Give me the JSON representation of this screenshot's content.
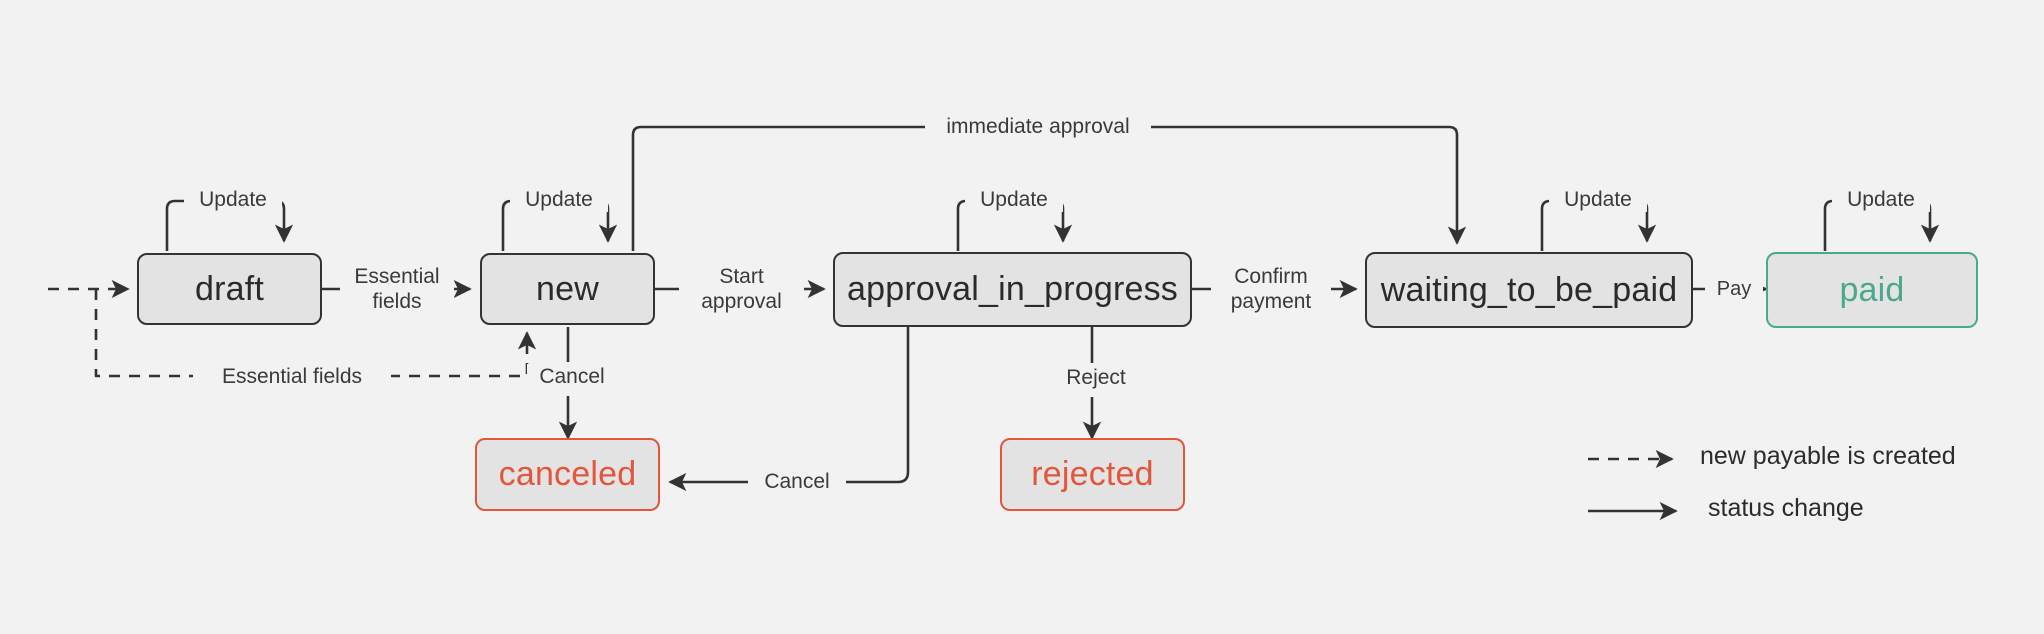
{
  "diagram": {
    "title": "payable status workflow state diagram",
    "background": "#f2f2f2",
    "colors": {
      "node_fill": "#e3e3e3",
      "node_border_default": "#333333",
      "node_border_success": "#4aa98c",
      "node_border_error": "#e3563c",
      "text_default": "#2b2b2b",
      "edge_stroke": "#333333"
    }
  },
  "nodes": [
    {
      "id": "draft",
      "label": "draft",
      "style": "default"
    },
    {
      "id": "new",
      "label": "new",
      "style": "default"
    },
    {
      "id": "approval_in_progress",
      "label": "approval_in_progress",
      "style": "default"
    },
    {
      "id": "waiting_to_be_paid",
      "label": "waiting_to_be_paid",
      "style": "default"
    },
    {
      "id": "paid",
      "label": "paid",
      "style": "success"
    },
    {
      "id": "canceled",
      "label": "canceled",
      "style": "error"
    },
    {
      "id": "rejected",
      "label": "rejected",
      "style": "error"
    }
  ],
  "edges": [
    {
      "id": "create-draft",
      "from": "",
      "to": "draft",
      "label": "",
      "kind": "dashed"
    },
    {
      "id": "draft-self",
      "from": "draft",
      "to": "draft",
      "label": "Update",
      "kind": "solid"
    },
    {
      "id": "draft-new",
      "from": "draft",
      "to": "new",
      "label": "Essential\nfields",
      "kind": "solid"
    },
    {
      "id": "create-new",
      "from": "",
      "to": "new",
      "label": "Essential fields",
      "kind": "dashed"
    },
    {
      "id": "new-self",
      "from": "new",
      "to": "new",
      "label": "Update",
      "kind": "solid"
    },
    {
      "id": "new-approval",
      "from": "new",
      "to": "approval_in_progress",
      "label": "Start\napproval",
      "kind": "solid"
    },
    {
      "id": "new-waiting",
      "from": "new",
      "to": "waiting_to_be_paid",
      "label": "immediate approval",
      "kind": "solid"
    },
    {
      "id": "new-canceled",
      "from": "new",
      "to": "canceled",
      "label": "Cancel",
      "kind": "solid"
    },
    {
      "id": "approval-self",
      "from": "approval_in_progress",
      "to": "approval_in_progress",
      "label": "Update",
      "kind": "solid"
    },
    {
      "id": "approval-waiting",
      "from": "approval_in_progress",
      "to": "waiting_to_be_paid",
      "label": "Confirm\npayment",
      "kind": "solid"
    },
    {
      "id": "approval-rejected",
      "from": "approval_in_progress",
      "to": "rejected",
      "label": "Reject",
      "kind": "solid"
    },
    {
      "id": "approval-canceled",
      "from": "approval_in_progress",
      "to": "canceled",
      "label": "Cancel",
      "kind": "solid"
    },
    {
      "id": "waiting-self",
      "from": "waiting_to_be_paid",
      "to": "waiting_to_be_paid",
      "label": "Update",
      "kind": "solid"
    },
    {
      "id": "waiting-paid",
      "from": "waiting_to_be_paid",
      "to": "paid",
      "label": "Pay",
      "kind": "solid"
    },
    {
      "id": "paid-self",
      "from": "paid",
      "to": "paid",
      "label": "Update",
      "kind": "solid"
    }
  ],
  "labels": {
    "update_draft": "Update",
    "update_new": "Update",
    "update_approval": "Update",
    "update_waiting": "Update",
    "update_paid": "Update",
    "essential_fields_forward": "Essential\nfields",
    "essential_fields_dashed": "Essential fields",
    "start_approval": "Start\napproval",
    "immediate_approval": "immediate approval",
    "confirm_payment": "Confirm\npayment",
    "pay": "Pay",
    "cancel_from_new": "Cancel",
    "cancel_from_approval": "Cancel",
    "reject": "Reject"
  },
  "legend": {
    "items": [
      {
        "id": "legend-dashed",
        "glyph": "dashed-arrow",
        "text": "new payable is created"
      },
      {
        "id": "legend-solid",
        "glyph": "solid-arrow",
        "text": "status change"
      }
    ]
  }
}
